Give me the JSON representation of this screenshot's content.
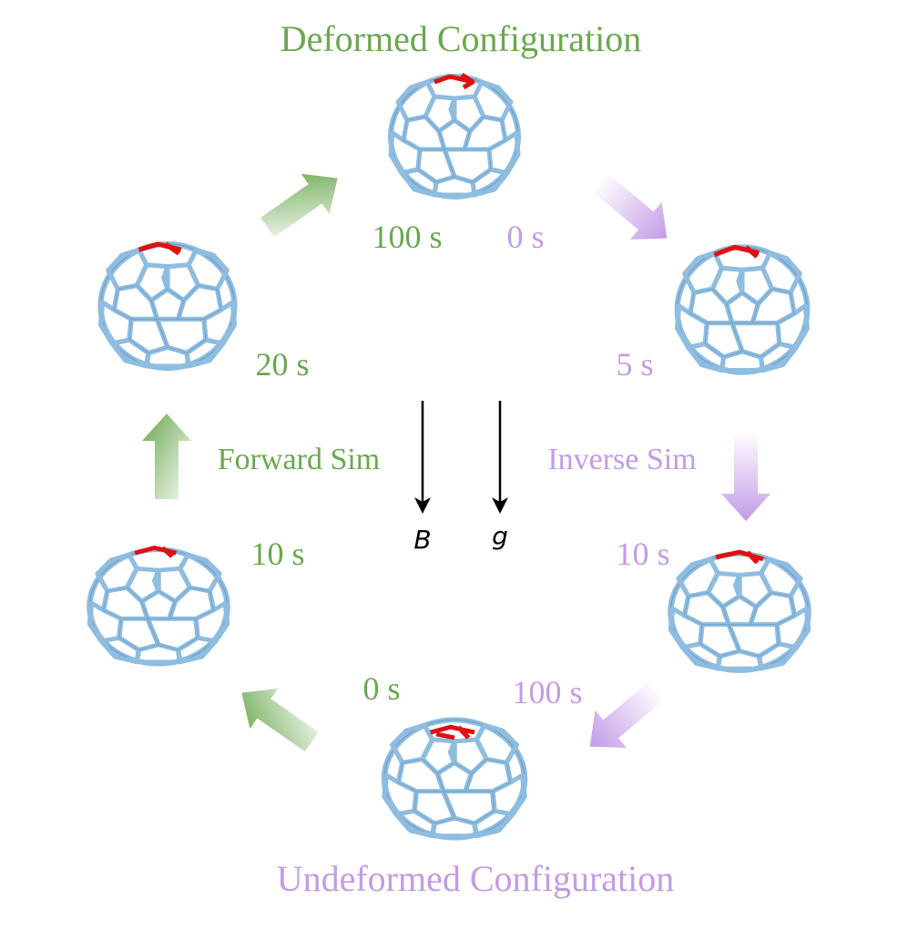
{
  "title_top": "Deformed Configuration",
  "title_bottom": "Undeformed Configuration",
  "forward_label": "Forward Sim",
  "inverse_label": "Inverse Sim",
  "field_b": "B",
  "field_g": "g",
  "forward_times": {
    "start": "0 s",
    "t10": "10 s",
    "t20": "20 s",
    "end": "100 s"
  },
  "inverse_times": {
    "start": "0 s",
    "t5": "5 s",
    "t10": "10 s",
    "end": "100 s"
  },
  "colors": {
    "forward": "#6aa84f",
    "inverse": "#c39be6",
    "cage": "#8fbde0",
    "cage_dark": "#6f9fc6",
    "highlight": "#e01010",
    "field_arrow": "#000000"
  }
}
